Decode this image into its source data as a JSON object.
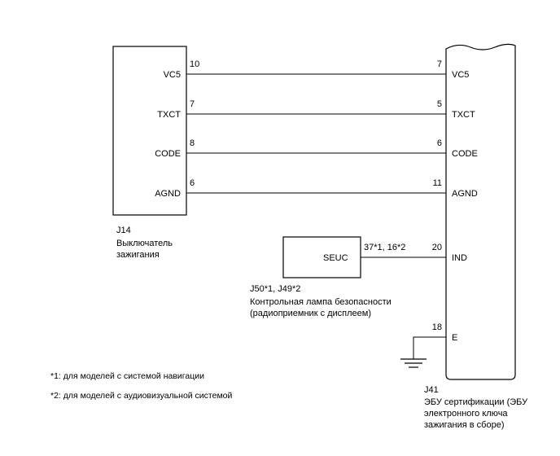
{
  "left_connector": {
    "id": "J14",
    "name_lines": [
      "Выключатель",
      "зажигания"
    ],
    "pins": [
      {
        "signal": "VC5",
        "pin": "10"
      },
      {
        "signal": "TXCT",
        "pin": "7"
      },
      {
        "signal": "CODE",
        "pin": "8"
      },
      {
        "signal": "AGND",
        "pin": "6"
      }
    ]
  },
  "right_connector": {
    "id": "J41",
    "name_lines": [
      "ЭБУ сертификации (ЭБУ",
      "электронного ключа",
      "зажигания в сборе)"
    ],
    "pins": [
      {
        "signal": "VC5",
        "pin": "7"
      },
      {
        "signal": "TXCT",
        "pin": "5"
      },
      {
        "signal": "CODE",
        "pin": "6"
      },
      {
        "signal": "AGND",
        "pin": "11"
      },
      {
        "signal": "IND",
        "pin": "20"
      },
      {
        "signal": "E",
        "pin": "18"
      }
    ]
  },
  "middle_connector": {
    "label": "SEUC",
    "pin": "37*1, 16*2",
    "id": "J50*1, J49*2",
    "name_lines": [
      "Контрольная лампа безопасности",
      "(радиоприемник с дисплеем)"
    ]
  },
  "footnotes": [
    "*1: для моделей с системой навигации",
    "*2: для моделей с аудиовизуальной системой"
  ]
}
